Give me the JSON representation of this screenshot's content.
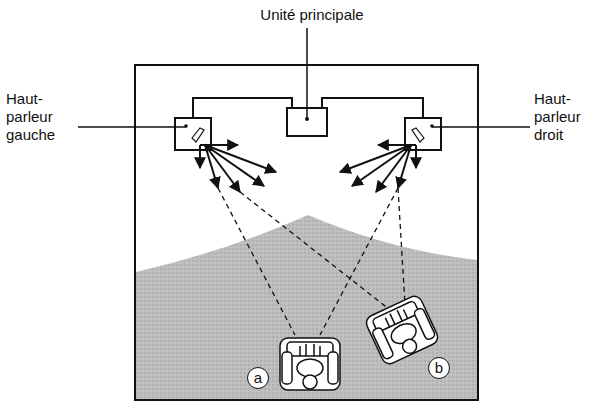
{
  "diagram": {
    "labels": [
      "Unité principale",
      "Haut-parleur gauche",
      "Haut-parleur droit",
      "a",
      "b"
    ]
  }
}
